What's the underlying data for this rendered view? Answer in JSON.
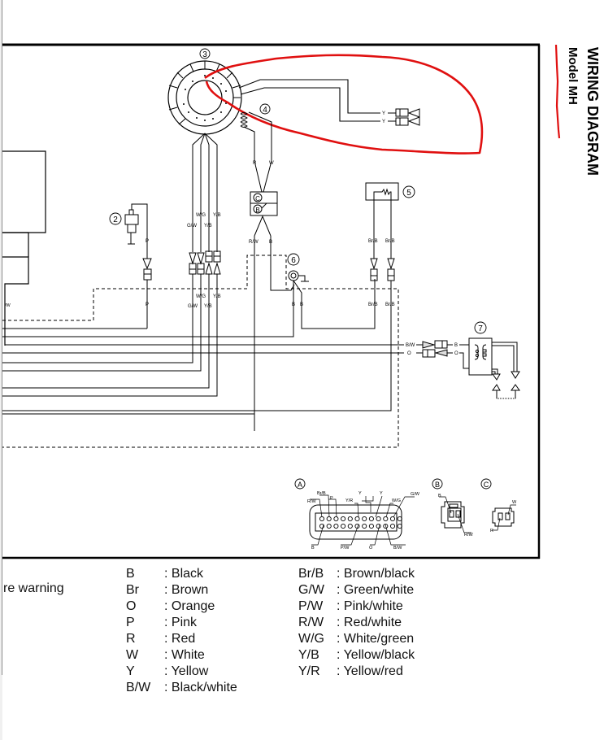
{
  "header": {
    "title": "WIRING DIAGRAM",
    "subtitle": "Model MH"
  },
  "components": {
    "c2": "2",
    "c3": "3",
    "c4": "4",
    "c5": "5",
    "c6": "6",
    "c7": "7",
    "cA": "A",
    "cB": "B",
    "cC": "C"
  },
  "wire_labels": {
    "y1": "Y",
    "y2": "Y",
    "r": "R",
    "w": "W",
    "rw": "R/W",
    "b": "B",
    "p_top": "P",
    "p_bot": "P",
    "wg_top": "W/G",
    "yb_top": "Y/B",
    "gw_top": "G/W",
    "yb2_top": "Y/B",
    "wg_bot": "W/G",
    "yb_bot": "Y/B",
    "gw_bot": "G/W",
    "yb2_bot": "Y/B",
    "b6a": "B",
    "b6b": "B",
    "brb_top1": "Br/B",
    "brb_top2": "Br/B",
    "brb_bot1": "Br/B",
    "brb_bot2": "Br/B",
    "bw": "B/W",
    "o": "O",
    "b7": "B",
    "o7": "O",
    "left_w": "/W"
  },
  "connector_a": {
    "top_labels": [
      "R/W",
      "Br/B",
      "P",
      "Y/R",
      "Y",
      "Y",
      "W/G",
      "G/W"
    ],
    "bottom_labels": [
      "B",
      "P/W",
      "O",
      "B/W"
    ]
  },
  "connector_b": {
    "labels": [
      "B",
      "R/W"
    ]
  },
  "connector_c": {
    "labels": [
      "R",
      "W"
    ]
  },
  "partial_text": "re warning",
  "legend_left": [
    {
      "code": "B",
      "name": ": Black"
    },
    {
      "code": "Br",
      "name": ": Brown"
    },
    {
      "code": "O",
      "name": ": Orange"
    },
    {
      "code": "P",
      "name": ": Pink"
    },
    {
      "code": "R",
      "name": ": Red"
    },
    {
      "code": "W",
      "name": ": White"
    },
    {
      "code": "Y",
      "name": ": Yellow"
    },
    {
      "code": "B/W",
      "name": ": Black/white"
    }
  ],
  "legend_right": [
    {
      "code": "Br/B",
      "name": ": Brown/black"
    },
    {
      "code": "G/W",
      "name": ": Green/white"
    },
    {
      "code": "P/W",
      "name": ": Pink/white"
    },
    {
      "code": "R/W",
      "name": ": Red/white"
    },
    {
      "code": "W/G",
      "name": ": White/green"
    },
    {
      "code": "Y/B",
      "name": ": Yellow/black"
    },
    {
      "code": "Y/R",
      "name": ": Yellow/red"
    }
  ],
  "colors": {
    "annotation": "#e01010",
    "line": "#000000"
  }
}
